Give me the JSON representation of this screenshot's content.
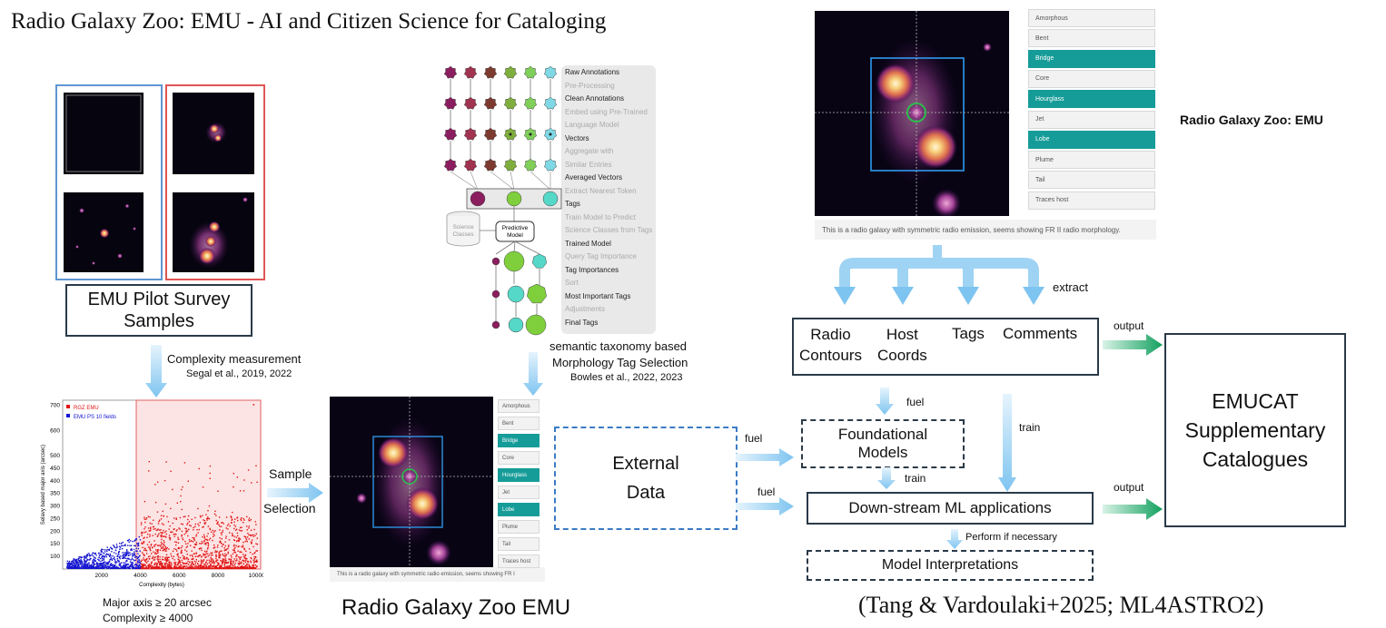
{
  "title": "Radio Galaxy Zoo: EMU - AI and Citizen Science for Cataloging",
  "survey": {
    "label_line1": "EMU Pilot Survey",
    "label_line2": "Samples",
    "complexity_title": "Complexity measurement",
    "complexity_ref": "Segal et al., 2019, 2022"
  },
  "scatter": {
    "legend_rgz": "RGZ EMU",
    "legend_ps": "EMU PS 10 fields",
    "xlabel": "Complexity (bytes)",
    "ylabel": "Selavy based major axis (arcsec)",
    "xticks": [
      "2000",
      "4000",
      "6000",
      "8000",
      "10000"
    ],
    "yticks": [
      "100",
      "150",
      "200",
      "250",
      "300",
      "350",
      "400",
      "450",
      "500",
      "600",
      "700"
    ],
    "criteria1": "Major axis ≥ 20 arcsec",
    "criteria2": "Complexity ≥ 4000"
  },
  "sample_selection": {
    "line1": "Sample",
    "line2": "Selection"
  },
  "pipeline": {
    "steps": [
      {
        "text": "Raw Annotations",
        "bold": true
      },
      {
        "text": "Pre-Processing",
        "bold": false
      },
      {
        "text": "Clean Annotations",
        "bold": true
      },
      {
        "text": "Embed using Pre-Trained",
        "bold": false
      },
      {
        "text": "Language Model",
        "bold": false
      },
      {
        "text": "Vectors",
        "bold": true
      },
      {
        "text": "Aggregate with",
        "bold": false
      },
      {
        "text": "Similar Entries",
        "bold": false
      },
      {
        "text": "Averaged Vectors",
        "bold": true
      },
      {
        "text": "Extract Nearest Token",
        "bold": false
      },
      {
        "text": "Tags",
        "bold": true
      },
      {
        "text": "Train Model to Predict",
        "bold": false
      },
      {
        "text": "Science Classes from Tags",
        "bold": false
      },
      {
        "text": "Trained Model",
        "bold": true
      },
      {
        "text": "Query Tag Importance",
        "bold": false
      },
      {
        "text": "Tag Importances",
        "bold": true
      },
      {
        "text": "Sort",
        "bold": false
      },
      {
        "text": "Most Important Tags",
        "bold": true
      },
      {
        "text": "Adjustments",
        "bold": false
      },
      {
        "text": "Final Tags",
        "bold": true
      }
    ],
    "science_classes_line1": "Science",
    "science_classes_line2": "Classes",
    "predictive_line1": "Predictive",
    "predictive_line2": "Model",
    "caption1": "semantic taxonomy based",
    "caption2": "Morphology Tag Selection",
    "caption3": "Bowles et al., 2022, 2023"
  },
  "rgz_panel": {
    "tags": [
      {
        "label": "Amorphous",
        "selected": false
      },
      {
        "label": "Bent",
        "selected": false
      },
      {
        "label": "Bridge",
        "selected": true
      },
      {
        "label": "Core",
        "selected": false
      },
      {
        "label": "Hourglass",
        "selected": true
      },
      {
        "label": "Jet",
        "selected": false
      },
      {
        "label": "Lobe",
        "selected": true
      },
      {
        "label": "Plume",
        "selected": false
      },
      {
        "label": "Tail",
        "selected": false
      },
      {
        "label": "Traces host",
        "selected": false
      }
    ],
    "comment": "This is a radio galaxy with symmetric radio emission, seems showing FR II radio morphology.",
    "comment_small": "This is a radio galaxy with symmetric radio emission, seems showing FR I",
    "caption_bottom": "Radio Galaxy Zoo EMU",
    "caption_top": "Radio Galaxy Zoo: EMU"
  },
  "extract": {
    "label": "extract",
    "items": [
      "Radio\nContours",
      "Host\nCoords",
      "Tags",
      "Comments"
    ]
  },
  "external_data": {
    "line1": "External",
    "line2": "Data"
  },
  "foundational": {
    "line1": "Foundational",
    "line2": "Models"
  },
  "downstream": "Down-stream ML applications",
  "interpretations": "Model Interpretations",
  "flow_labels": {
    "fuel": "fuel",
    "train": "train",
    "output": "output",
    "perform": "Perform if necessary"
  },
  "emucat": {
    "line1": "EMUCAT",
    "line2": "Supplementary",
    "line3": "Catalogues"
  },
  "citation": "(Tang & Vardoulaki+2025; ML4ASTRO2)",
  "colors": {
    "teal": "#169c98",
    "arrow_blue": "#9fd3f4",
    "arrow_green": "#1ea36a",
    "rgz_red": "#e01515",
    "ps_blue": "#1515d0",
    "survey_blue_frame": "#5f96d2",
    "survey_red_frame": "#e05555"
  }
}
